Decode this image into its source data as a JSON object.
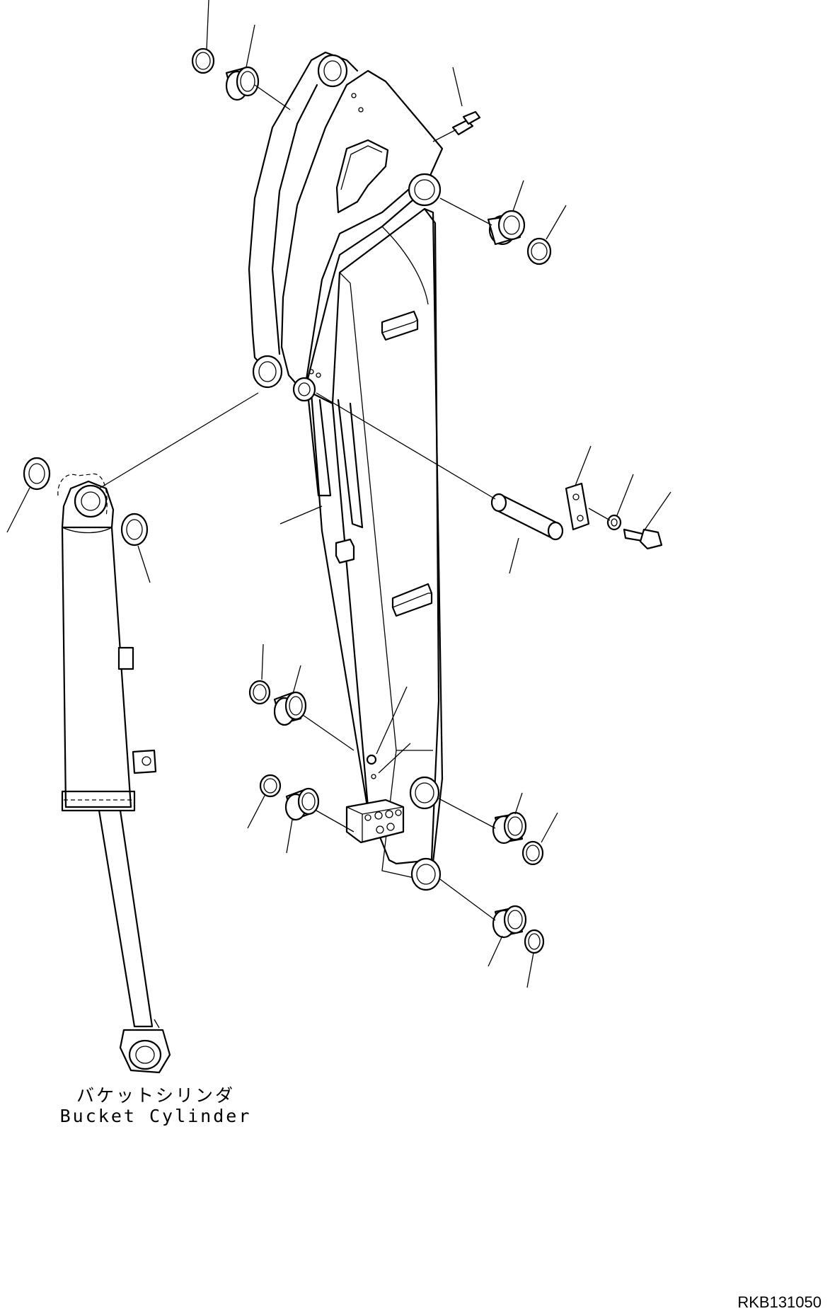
{
  "figure": {
    "part_label_jp": "バケットシリンダ",
    "part_label_en": "Bucket Cylinder",
    "drawing_number": "RKB131050"
  }
}
